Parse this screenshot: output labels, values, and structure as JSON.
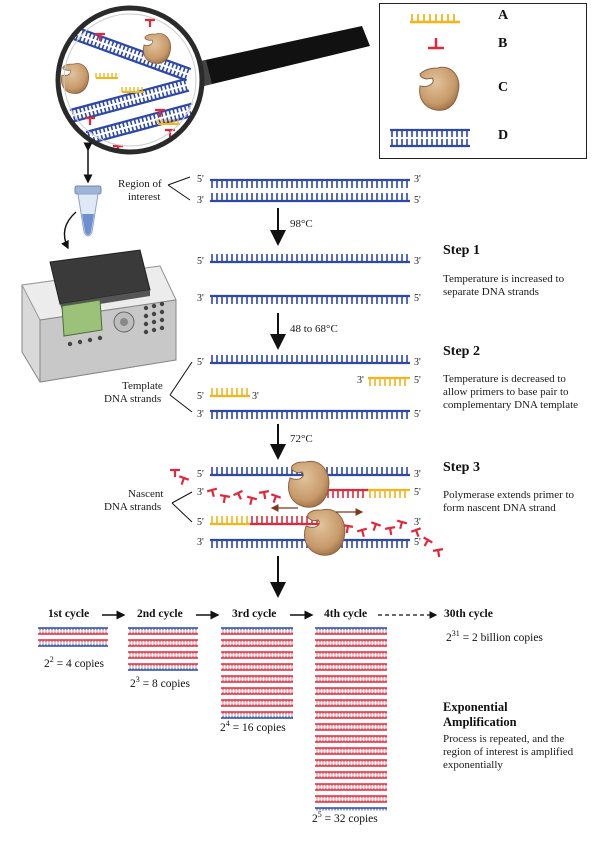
{
  "legend": {
    "a": "A",
    "b": "B",
    "c": "C",
    "d": "D"
  },
  "labels": {
    "region_line1": "Region of",
    "region_line2": "interest",
    "template_line1": "Template",
    "template_line2": "DNA strands",
    "nascent_line1": "Nascent",
    "nascent_line2": "DNA strands",
    "five_prime": "5'",
    "three_prime": "3'"
  },
  "temperatures": {
    "denature": "98°C",
    "anneal": "48 to 68°C",
    "extend": "72°C"
  },
  "steps": [
    {
      "title": "Step 1",
      "description": "Temperature is increased to separate DNA strands"
    },
    {
      "title": "Step 2",
      "description": "Temperature is decreased to allow primers to base pair to complementary DNA template"
    },
    {
      "title": "Step 3",
      "description": "Polymerase extends primer to form nascent DNA strand"
    }
  ],
  "cycles": [
    {
      "label": "1st cycle",
      "base": "2",
      "exp": "2",
      "copies": "= 4 copies"
    },
    {
      "label": "2nd cycle",
      "base": "2",
      "exp": "3",
      "copies": "= 8 copies"
    },
    {
      "label": "3rd cycle",
      "base": "2",
      "exp": "4",
      "copies": "= 16 copies"
    },
    {
      "label": "4th cycle",
      "base": "2",
      "exp": "5",
      "copies": "= 32 copies"
    },
    {
      "label": "30th cycle",
      "base": "2",
      "exp": "31",
      "copies": "= 2 billion copies"
    }
  ],
  "exponential": {
    "title_line1": "Exponential",
    "title_line2": "Amplification",
    "description": "Process is repeated, and the region of interest is amplified exponentially"
  },
  "colors": {
    "dna_blue": "#2e48a6",
    "primer_yellow": "#f2b51c",
    "nucleotide_red": "#e0283c",
    "polymerase_tan": "#c79a6a",
    "lens_rim": "#2a2a2a",
    "handle": "#111111"
  }
}
